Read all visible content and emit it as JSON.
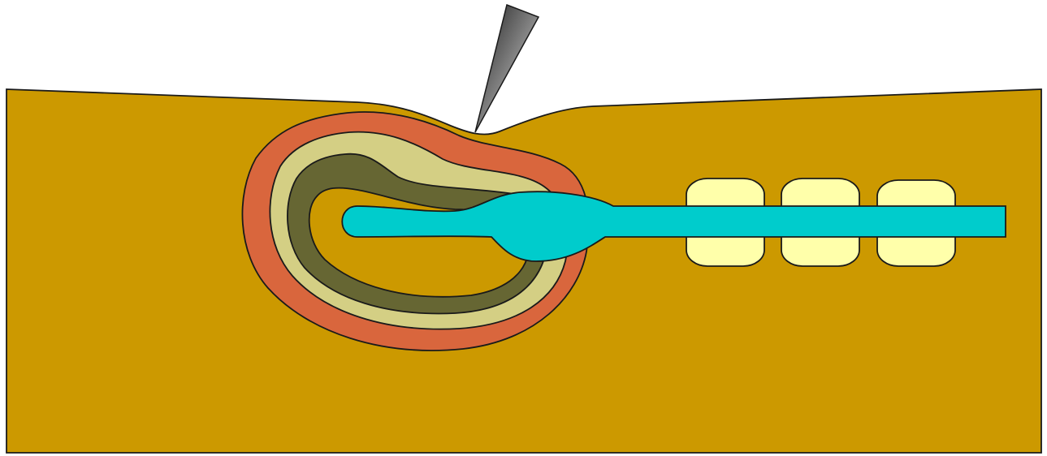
{
  "diagram": {
    "colors": {
      "background": "#ffffff",
      "outline": "#1a1a1a",
      "tissue": "#cc9900",
      "outer_layer": "#d9663d",
      "middle_layer": "#d4cf84",
      "inner_layer": "#666633",
      "tube": "#00cccc",
      "rings": "#ffffaa",
      "instrument_dark": "#1a1a1a",
      "instrument_light": "#e6e6e6"
    },
    "parts": [
      {
        "id": "tissue-block",
        "icon": "tissue-icon"
      },
      {
        "id": "layered-sac",
        "icon": "sac-icon"
      },
      {
        "id": "tube",
        "icon": "tube-icon"
      },
      {
        "id": "rings",
        "icon": "ring-icon",
        "count": 3
      },
      {
        "id": "needle",
        "icon": "needle-icon"
      }
    ]
  }
}
